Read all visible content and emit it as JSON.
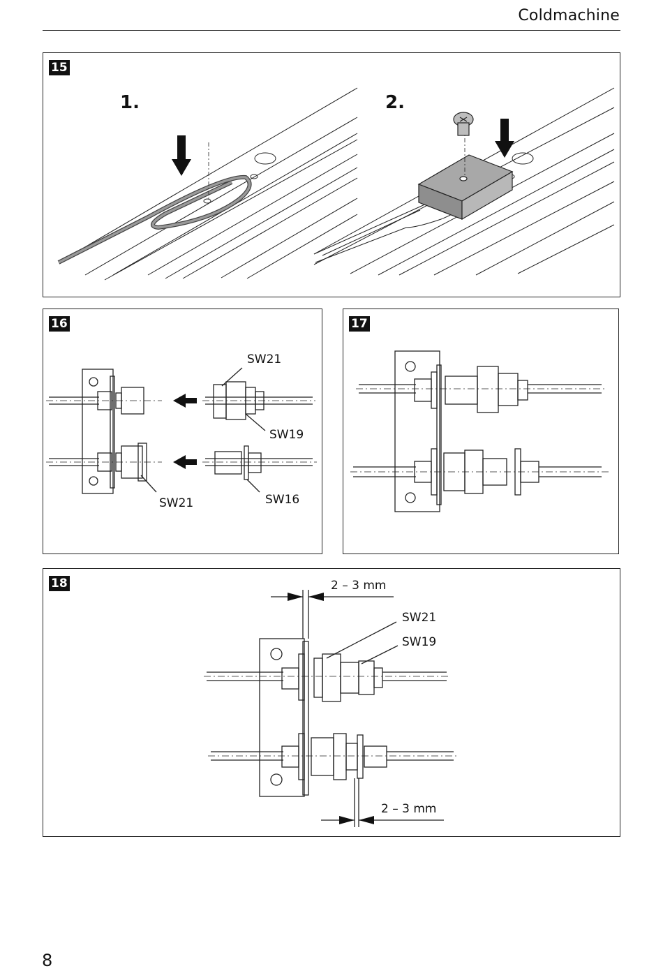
{
  "header": {
    "title": "Coldmachine"
  },
  "figures": [
    {
      "id": "15",
      "steps": [
        "1.",
        "2."
      ]
    },
    {
      "id": "16",
      "callouts": [
        "SW21",
        "SW19",
        "SW21",
        "SW16"
      ]
    },
    {
      "id": "17"
    },
    {
      "id": "18",
      "callouts": [
        "2 – 3 mm",
        "SW21",
        "SW19",
        "2 – 3 mm"
      ]
    }
  ],
  "footer": {
    "page_number": "8"
  }
}
